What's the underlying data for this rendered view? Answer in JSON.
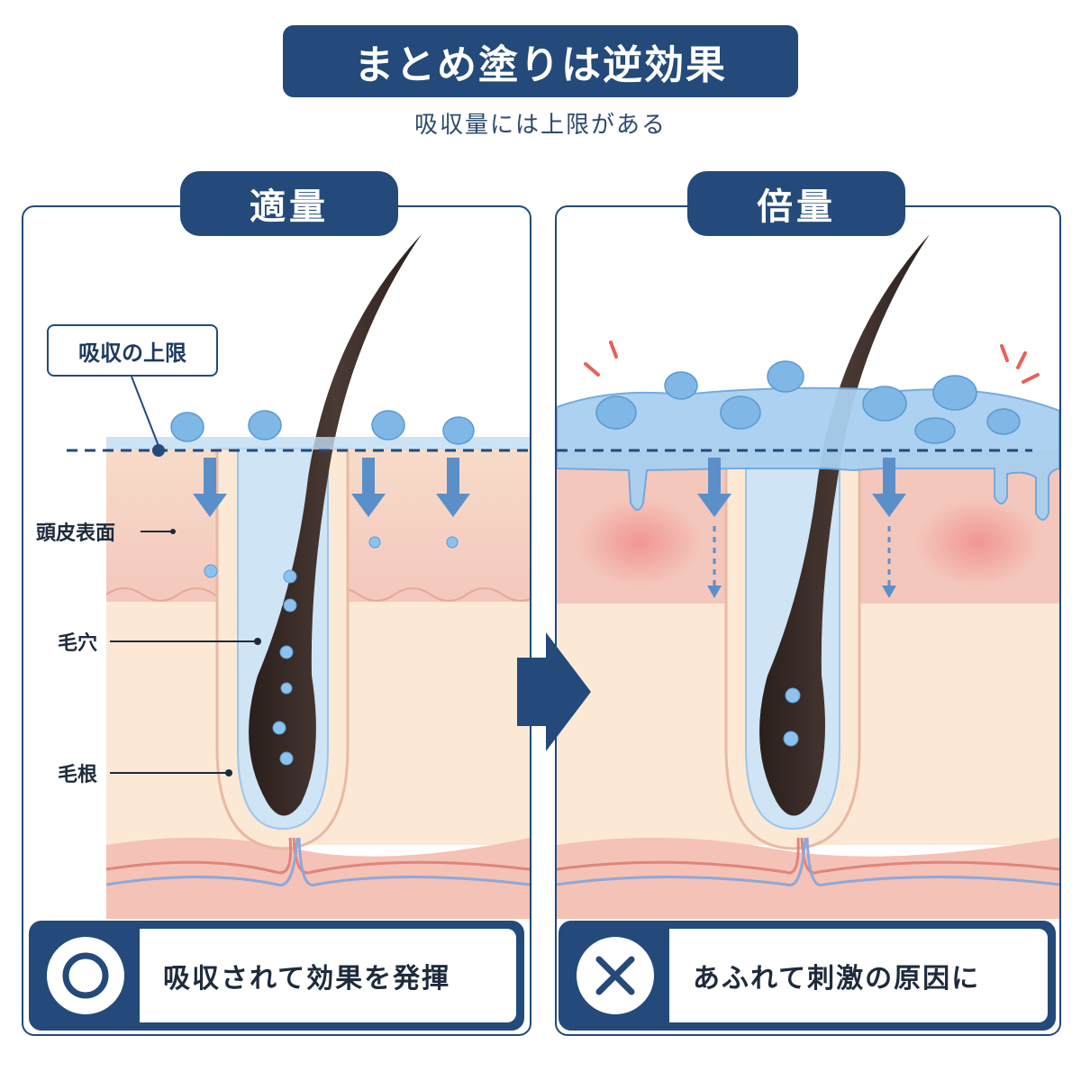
{
  "header": {
    "title": "まとめ塗りは逆効果",
    "subtitle": "吸収量には上限がある"
  },
  "left_panel": {
    "tab": "適量",
    "limit_label": "吸収の上限",
    "labels": {
      "scalp": "頭皮表面",
      "pore": "毛穴",
      "root": "毛根"
    },
    "result_text": "吸収されて効果を発揮",
    "result_symbol": "circle-icon"
  },
  "right_panel": {
    "tab": "倍量",
    "result_text": "あふれて刺激の原因に",
    "result_symbol": "cross-icon"
  },
  "colors": {
    "navy": "#234a7a",
    "skin_upper": "#f6d2c8",
    "skin_lower": "#fbe9d6",
    "droplet": "#7fb7e6",
    "irritation": "#f08a86"
  }
}
